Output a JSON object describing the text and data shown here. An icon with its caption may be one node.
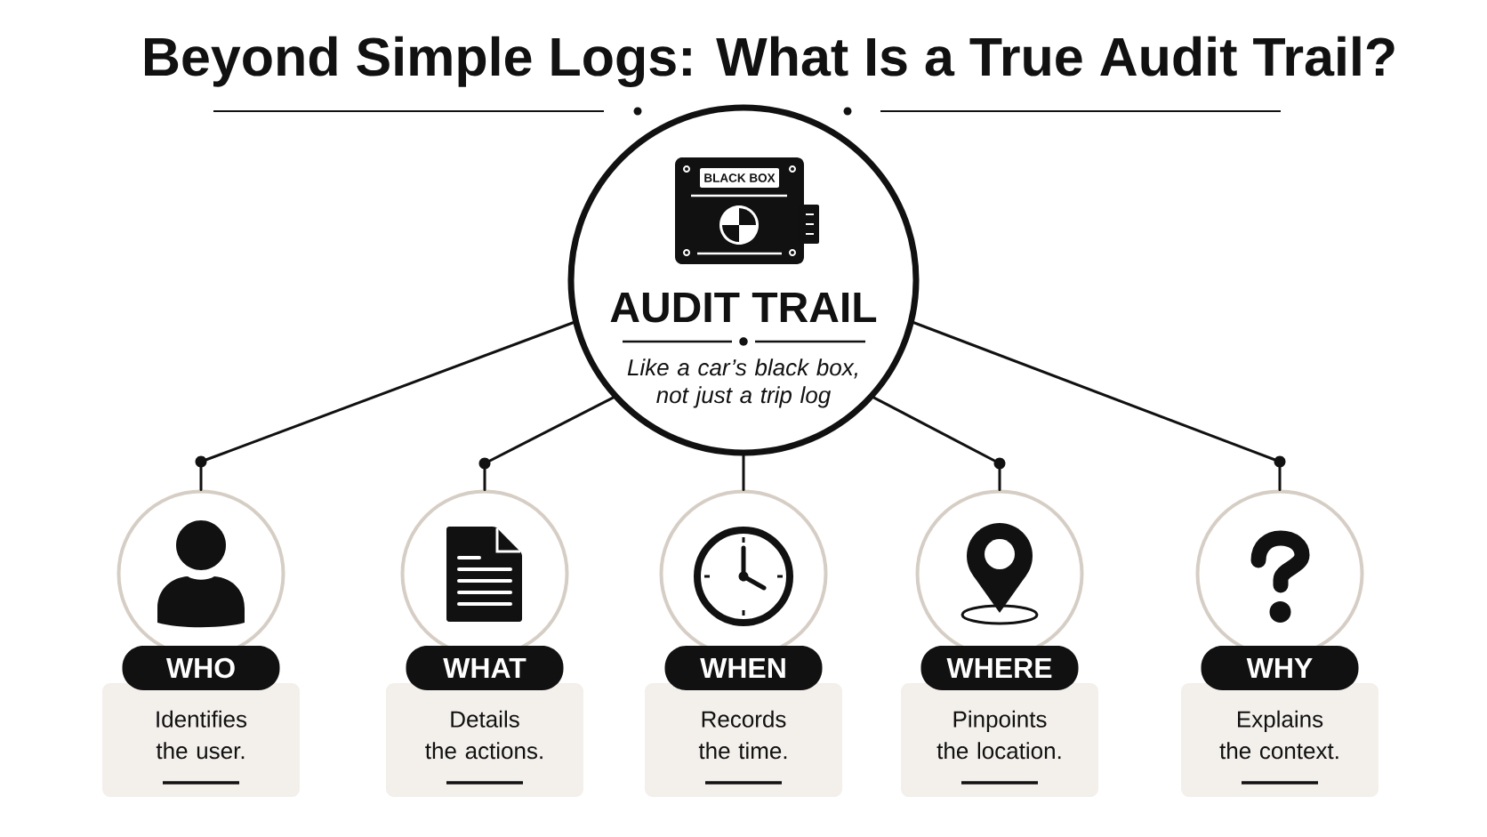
{
  "diagram": {
    "title": "Beyond Simple Logs: What Is a True Audit Trail?",
    "nodes": [
      {
        "text": [
          "AUDIT TRAIL",
          "Like a car’s black box, not just a trip log"
        ]
      },
      {
        "text": [],
        "shape": "circle"
      },
      {
        "text": [
          "WHO"
        ]
      },
      {
        "text": [
          "Identifies the user."
        ]
      },
      {
        "text": [],
        "shape": "circle"
      },
      {
        "text": [
          "WHAT"
        ]
      },
      {
        "text": [
          "Details the actions."
        ]
      },
      {
        "text": [],
        "shape": "circle"
      },
      {
        "text": [
          "WHEN"
        ]
      },
      {
        "text": [
          "Records the time."
        ]
      },
      {
        "text": [],
        "shape": "circle"
      },
      {
        "text": [
          "WHERE"
        ]
      },
      {
        "text": [
          "Pinpoints the location."
        ]
      },
      {
        "text": [],
        "shape": "circle"
      },
      {
        "text": [
          "WHY"
        ]
      },
      {
        "text": [
          "Explains the context."
        ]
      }
    ],
    "edges": [
      {
        "from": 0,
        "to": 1,
        "arrow": "none"
      },
      {
        "from": 0,
        "to": 4,
        "arrow": "none"
      },
      {
        "from": 0,
        "to": 7,
        "arrow": "none"
      },
      {
        "from": 0,
        "to": 10,
        "arrow": "none"
      },
      {
        "from": 0,
        "to": 13,
        "arrow": "none"
      }
    ],
    "labels": [
      "BLACK BOX"
    ]
  }
}
